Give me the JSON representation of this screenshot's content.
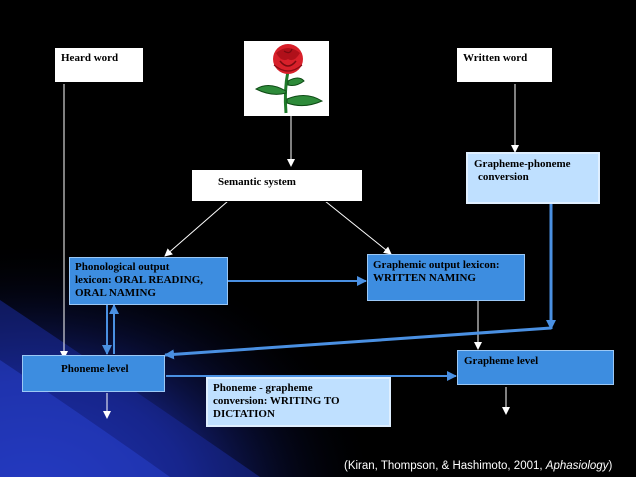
{
  "boxes": {
    "heard_word": "Heard word",
    "written_word": "Written word",
    "semantic_system": "Semantic system",
    "gp_conversion_line1": "Grapheme-phoneme",
    "gp_conversion_line2": "conversion",
    "phon_output_line1": "Phonological  output",
    "phon_output_line2": "lexicon: ORAL READING,",
    "phon_output_line3": "ORAL NAMING",
    "graph_output_line1": "Graphemic  output lexicon:",
    "graph_output_line2": "WRITTEN NAMING",
    "phoneme_level": "Phoneme level",
    "grapheme_level": "Grapheme level",
    "pg_conversion_line1": "Phoneme - grapheme",
    "pg_conversion_line2": "conversion: WRITING TO",
    "pg_conversion_line3": "DICTATION"
  },
  "citation": {
    "prefix": "(Kiran, Thompson, & Hashimoto, 2001, ",
    "journal": "Aphasiology",
    "suffix": ")"
  },
  "picture": "rose-image",
  "colors": {
    "background": "#000000",
    "box_blue": "#3d8de0",
    "box_light": "#bfe0ff",
    "arrow_blue": "#4a90e2",
    "arrow_white": "#ffffff"
  }
}
